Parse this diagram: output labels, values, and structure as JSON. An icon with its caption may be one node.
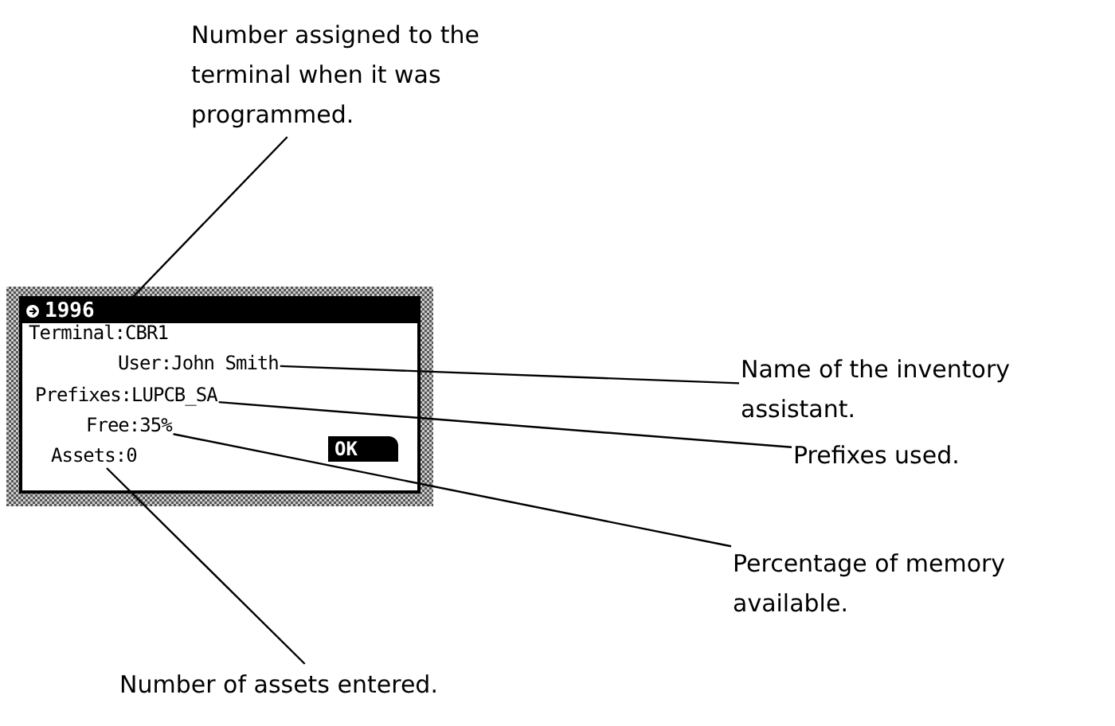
{
  "diagram": {
    "nodes": [
      {
        "text": [
          "1996"
        ]
      },
      {
        "text": [
          "Terminal:CBR1"
        ],
        "in": 0
      },
      {
        "text": [
          "User:John Smith"
        ],
        "in": 0
      },
      {
        "text": [
          "Prefixes:LUPCB_SA"
        ],
        "in": 0
      },
      {
        "text": [
          "Free:35%"
        ],
        "in": 0
      },
      {
        "text": [
          "Assets:0"
        ],
        "in": 0
      },
      {
        "text": [
          "OK"
        ],
        "in": 0
      },
      {
        "text": [
          "Number assigned to the terminal when it was programmed."
        ]
      },
      {
        "text": [
          "Name of the inventory assistant."
        ]
      },
      {
        "text": [
          "Prefixes used."
        ]
      },
      {
        "text": [
          "Percentage of memory available."
        ]
      },
      {
        "text": [
          "Number of assets entered."
        ]
      }
    ],
    "edges": [
      {
        "from": 7,
        "to": 1,
        "arrow": "none"
      },
      {
        "from": 8,
        "to": 2,
        "arrow": "none"
      },
      {
        "from": 9,
        "to": 3,
        "arrow": "none"
      },
      {
        "from": 10,
        "to": 4,
        "arrow": "none"
      },
      {
        "from": 11,
        "to": 5,
        "arrow": "none"
      }
    ]
  }
}
